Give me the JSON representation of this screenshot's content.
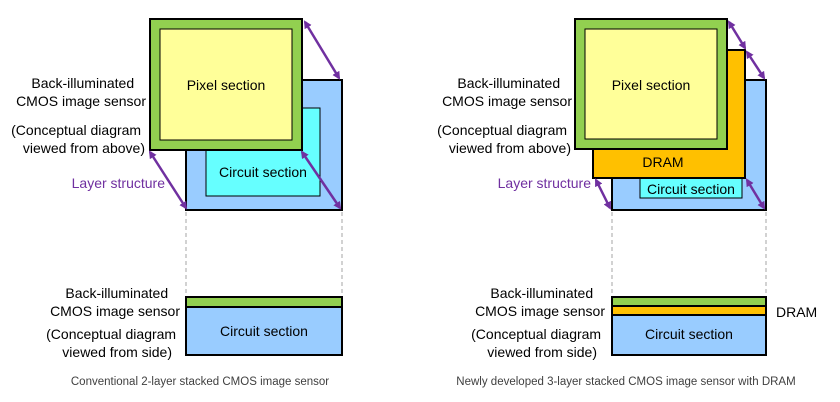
{
  "colors": {
    "pixel_fill": "#ffff99",
    "pixel_frame": "#92d050",
    "circuit_fill": "#99ccff",
    "circuit_inner": "#66ffff",
    "dram_fill": "#ffc000",
    "arrow": "#7030a0",
    "stroke": "#000000",
    "dash": "#a6a6a6"
  },
  "icons": [
    "layer-arrow-icon"
  ],
  "left": {
    "pixel_label": "Pixel section",
    "circuit_label": "Circuit section",
    "sensor_title": [
      "Back-illuminated",
      "CMOS image sensor"
    ],
    "from_above": [
      "(Conceptual diagram",
      "viewed from above)"
    ],
    "layer_structure": "Layer structure",
    "side_title": [
      "Back-illuminated",
      "CMOS image sensor"
    ],
    "from_side": [
      "(Conceptual diagram",
      "viewed from side)"
    ],
    "side_circuit_label": "Circuit section",
    "caption": "Conventional 2-layer stacked CMOS image sensor"
  },
  "right": {
    "pixel_label": "Pixel section",
    "dram_label": "DRAM",
    "circuit_label": "Circuit section",
    "sensor_title": [
      "Back-illuminated",
      "CMOS image sensor"
    ],
    "from_above": [
      "(Conceptual diagram",
      "viewed from above)"
    ],
    "layer_structure": "Layer structure",
    "side_title": [
      "Back-illuminated",
      "CMOS image sensor"
    ],
    "from_side": [
      "(Conceptual diagram",
      "viewed from side)"
    ],
    "side_circuit_label": "Circuit section",
    "side_dram_label": "DRAM",
    "caption": "Newly developed 3-layer stacked CMOS image sensor with DRAM"
  }
}
